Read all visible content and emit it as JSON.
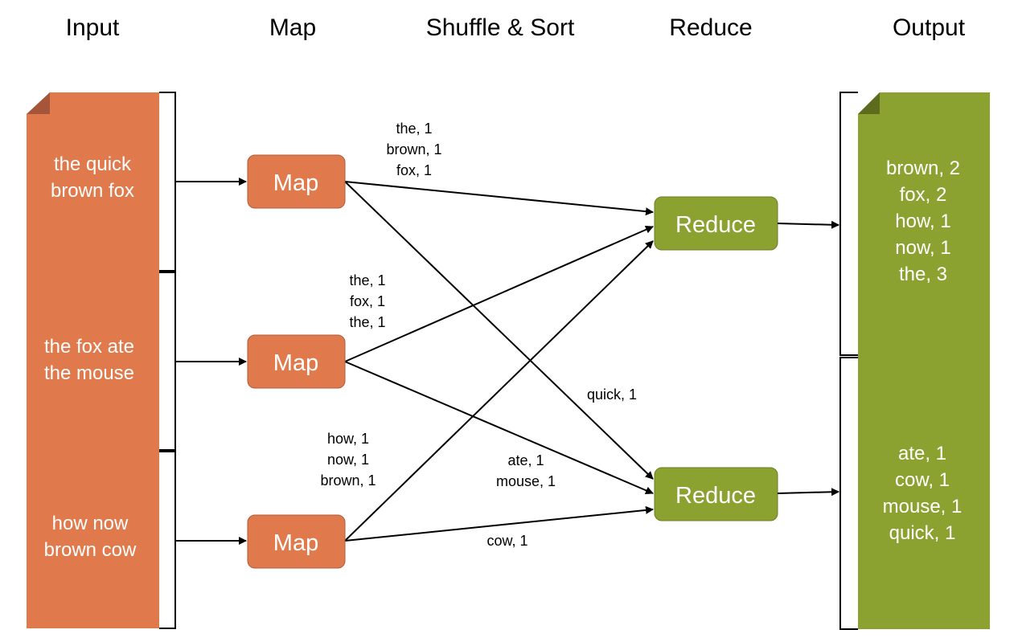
{
  "headers": {
    "input": "Input",
    "map": "Map",
    "shuffle": "Shuffle & Sort",
    "reduce": "Reduce",
    "output": "Output"
  },
  "colors": {
    "input_fill": "#E07A4D",
    "input_fold": "#A4553A",
    "map_fill": "#E07A4D",
    "map_stroke": "#B25B3A",
    "reduce_fill": "#8BA231",
    "reduce_stroke": "#6C7F24",
    "output_fill": "#8BA231",
    "output_fold": "#5D6B1E"
  },
  "input": {
    "chunks": [
      [
        "the quick",
        "brown fox"
      ],
      [
        "the fox ate",
        "the mouse"
      ],
      [
        "how now",
        "brown cow"
      ]
    ]
  },
  "map_nodes": [
    "Map",
    "Map",
    "Map"
  ],
  "reduce_nodes": [
    "Reduce",
    "Reduce"
  ],
  "edge_labels": {
    "map1_reduce1": [
      "the, 1",
      "brown, 1",
      "fox, 1"
    ],
    "map2_reduce1": [
      "the, 1",
      "fox, 1",
      "the, 1"
    ],
    "map3_reduce1": [
      "how, 1",
      "now, 1",
      "brown, 1"
    ],
    "map1_reduce2": [
      "quick, 1"
    ],
    "map2_reduce2": [
      "ate, 1",
      "mouse, 1"
    ],
    "map3_reduce2": [
      "cow, 1"
    ]
  },
  "output": {
    "groups": [
      [
        "brown, 2",
        "fox, 2",
        "how, 1",
        "now, 1",
        "the, 3"
      ],
      [
        "ate, 1",
        "cow, 1",
        "mouse, 1",
        "quick, 1"
      ]
    ]
  }
}
